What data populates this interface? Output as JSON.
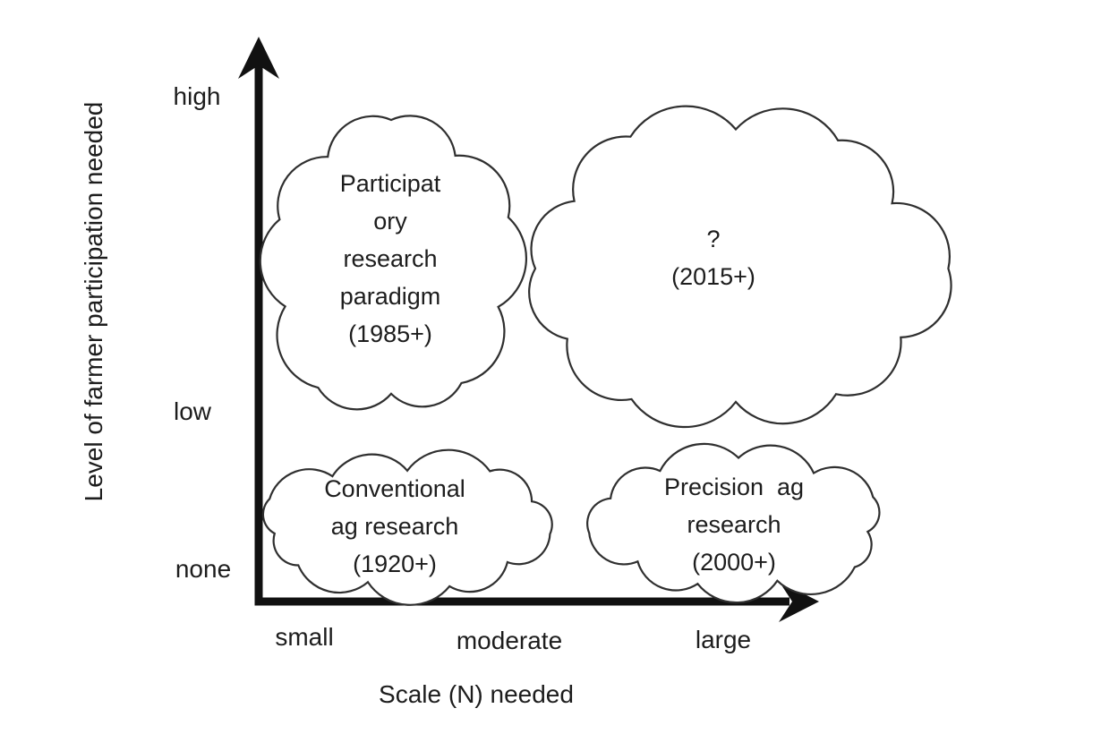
{
  "diagram": {
    "y_axis": {
      "label": "Level of farmer participation needed",
      "ticks": {
        "high": "high",
        "low": "low",
        "none": "none"
      }
    },
    "x_axis": {
      "label": "Scale (N) needed",
      "ticks": {
        "small": "small",
        "moderate": "moderate",
        "large": "large"
      }
    },
    "clouds": {
      "participatory": {
        "text": "Participat\nory\nresearch\nparadigm\n(1985+)"
      },
      "future_question": {
        "text": "?\n(2015+)"
      },
      "conventional": {
        "text": "Conventional\nag research\n(1920+)"
      },
      "precision": {
        "text": "Precision  ag\nresearch\n(2000+)"
      }
    },
    "colors": {
      "ink": "#1d1d1d",
      "axis": "#111111",
      "cloud_stroke": "#2f2f2f",
      "background": "#ffffff"
    }
  }
}
